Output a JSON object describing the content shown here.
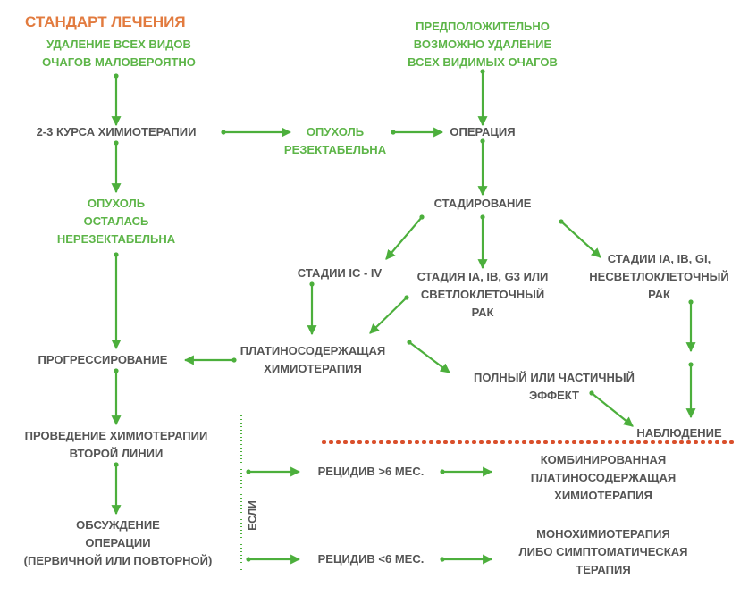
{
  "colors": {
    "arrow": "#4caf3c",
    "text": "#555555",
    "green_text": "#5db548",
    "title": "#e27b3f",
    "dotted_red": "#d94f2b"
  },
  "diagram": {
    "title": "СТАНДАРТ ЛЕЧЕНИЯ",
    "nodes": {
      "unlikely": [
        "УДАЛЕНИЕ ВСЕХ ВИДОВ",
        "ОЧАГОВ МАЛОВЕРОЯТНО"
      ],
      "possible": [
        "ПРЕДПОЛОЖИТЕЛЬНО",
        "ВОЗМОЖНО УДАЛЕНИЕ",
        "ВСЕХ ВИДИМЫХ ОЧАГОВ"
      ],
      "chemo_courses": [
        "2-3 КУРСА ХИМИОТЕРАПИИ"
      ],
      "resectable": [
        "ОПУХОЛЬ",
        "РЕЗЕКТАБЕЛЬНА"
      ],
      "operation": [
        "ОПЕРАЦИЯ"
      ],
      "unresectable": [
        "ОПУХОЛЬ",
        "ОСТАЛАСЬ",
        "НЕРЕЗЕКТАБЕЛЬНА"
      ],
      "staging": [
        "СТАДИРОВАНИЕ"
      ],
      "stages_ic_iv": [
        "СТАДИИ IC - IV"
      ],
      "stage_ia_ib_g3": [
        "СТАДИЯ IA, IB, G3 ИЛИ",
        "СВЕТЛОКЛЕТОЧНЫЙ",
        "РАК"
      ],
      "stages_ia_ib_gi": [
        "СТАДИИ IA, IB, GI,",
        "НЕСВЕТЛОКЛЕТОЧНЫЙ",
        "РАК"
      ],
      "platinum_chemo": [
        "ПЛАТИНОСОДЕРЖАЩАЯ",
        "ХИМИОТЕРАПИЯ"
      ],
      "progression": [
        "ПРОГРЕССИРОВАНИЕ"
      ],
      "effect": [
        "ПОЛНЫЙ ИЛИ ЧАСТИЧНЫЙ",
        "ЭФФЕКТ"
      ],
      "observation": [
        "НАБЛЮДЕНИЕ"
      ],
      "second_line": [
        "ПРОВЕДЕНИЕ ХИМИОТЕРАПИИ",
        "ВТОРОЙ ЛИНИИ"
      ],
      "relapse_gt6": [
        "РЕЦИДИВ >6 МЕС."
      ],
      "combined_chemo": [
        "КОМБИНИРОВАННАЯ",
        "ПЛАТИНОСОДЕРЖАЩАЯ",
        "ХИМИОТЕРАПИЯ"
      ],
      "discussion": [
        "ОБСУЖДЕНИЕ",
        "ОПЕРАЦИИ",
        "(ПЕРВИЧНОЙ ИЛИ ПОВТОРНОЙ)"
      ],
      "relapse_lt6": [
        "РЕЦИДИВ  <6 МЕС."
      ],
      "mono_chemo": [
        "МОНОХИМИОТЕРАПИЯ",
        "ЛИБО СИМПТОМАТИЧЕСКАЯ",
        "ТЕРАПИЯ"
      ]
    },
    "if_label": "ЕСЛИ"
  }
}
